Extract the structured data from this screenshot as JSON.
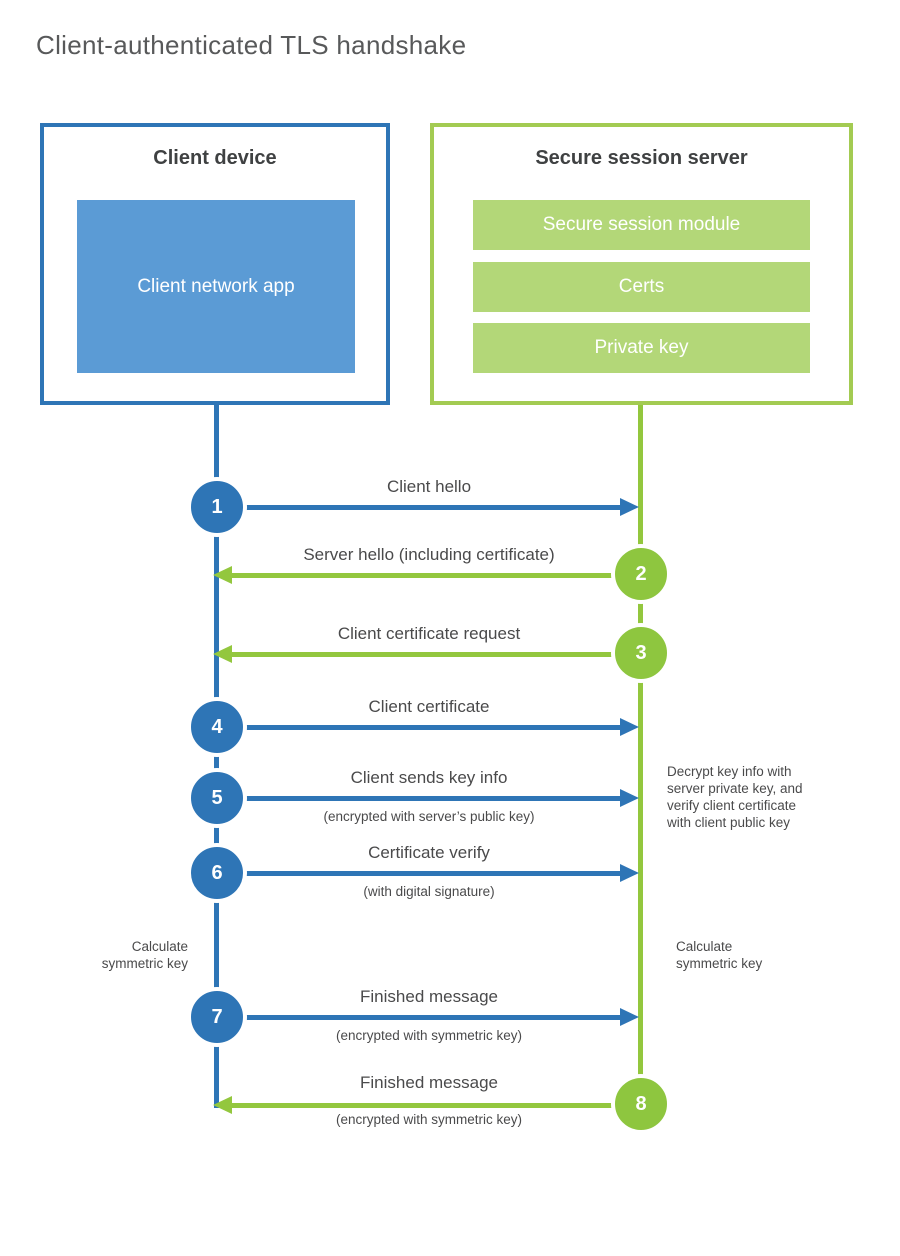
{
  "title": "Client-authenticated TLS handshake",
  "client": {
    "title": "Client device",
    "app": "Client network app"
  },
  "server": {
    "title": "Secure session server",
    "modules": [
      "Secure session module",
      "Certs",
      "Private key"
    ]
  },
  "steps": [
    {
      "num": "1",
      "label": "Client hello",
      "sub": "",
      "from": "client",
      "to": "server"
    },
    {
      "num": "2",
      "label": "Server hello (including certificate)",
      "sub": "",
      "from": "server",
      "to": "client"
    },
    {
      "num": "3",
      "label": "Client certificate request",
      "sub": "",
      "from": "server",
      "to": "client"
    },
    {
      "num": "4",
      "label": "Client certificate",
      "sub": "",
      "from": "client",
      "to": "server"
    },
    {
      "num": "5",
      "label": "Client sends key info",
      "sub": "(encrypted with server’s public key)",
      "from": "client",
      "to": "server"
    },
    {
      "num": "6",
      "label": "Certificate verify",
      "sub": "(with digital signature)",
      "from": "client",
      "to": "server"
    },
    {
      "num": "7",
      "label": "Finished message",
      "sub": "(encrypted with symmetric key)",
      "from": "client",
      "to": "server"
    },
    {
      "num": "8",
      "label": "Finished message",
      "sub": "(encrypted with symmetric key)",
      "from": "server",
      "to": "client"
    }
  ],
  "notes": {
    "decrypt_lines": [
      "Decrypt key info with",
      "server private key, and",
      "verify client certificate",
      "with client public key"
    ],
    "calc_client_lines": [
      "Calculate",
      "symmetric key"
    ],
    "calc_server_lines": [
      "Calculate",
      "symmetric key"
    ]
  },
  "colors": {
    "blue": "#2e75b6",
    "blue_light": "#5b9bd5",
    "green": "#93c73e",
    "green_circle": "#8ec63f",
    "green_border": "#a3cb52",
    "green_light": "#b3d778",
    "heading_text": "#3f4142",
    "body_text": "#4a4a4b"
  }
}
